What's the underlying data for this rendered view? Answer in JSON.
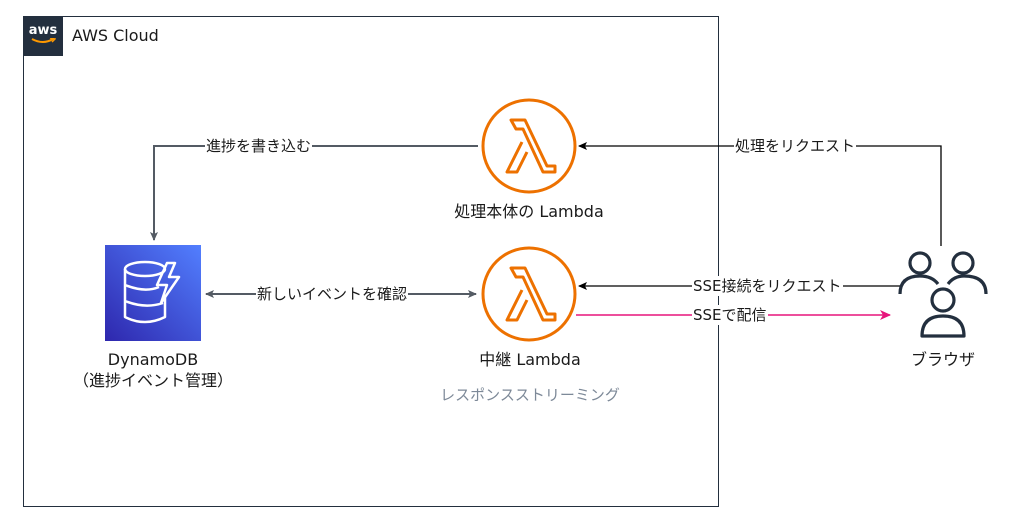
{
  "cloud": {
    "title": "AWS Cloud",
    "logo_text": "aws"
  },
  "nodes": {
    "lambda_main": {
      "label": "処理本体の Lambda",
      "icon": "lambda-icon",
      "color": "#ed7100"
    },
    "lambda_relay": {
      "label": "中継 Lambda",
      "sublabel": "レスポンスストリーミング",
      "icon": "lambda-icon",
      "color": "#ed7100"
    },
    "dynamodb": {
      "label_line1": "DynamoDB",
      "label_line2": "（進捗イベント管理）",
      "icon": "dynamodb-icon",
      "color": "#3b48cc"
    },
    "browser": {
      "label": "ブラウザ",
      "icon": "users-icon"
    }
  },
  "edges": {
    "write_progress": "進捗を書き込む",
    "check_events": "新しいイベントを確認",
    "request_processing": "処理をリクエスト",
    "request_sse": "SSE接続をリクエスト",
    "deliver_sse": "SSEで配信"
  },
  "colors": {
    "edge": "#000000",
    "edge_gray": "#545b64",
    "sse": "#e7157b"
  }
}
